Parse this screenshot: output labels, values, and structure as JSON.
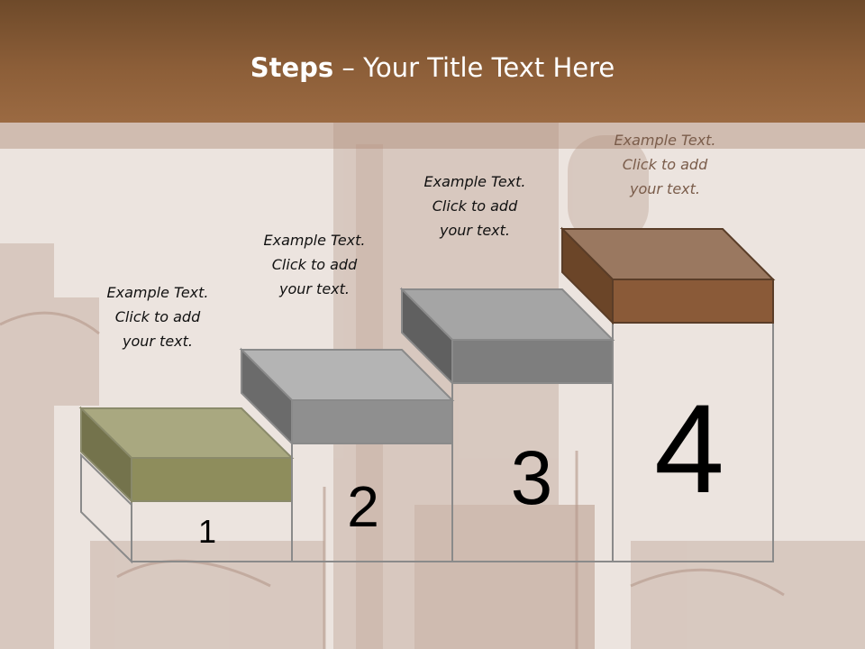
{
  "slide": {
    "title_bold": "Steps",
    "title_rest": " – Your Title Text Here"
  },
  "colors": {
    "header": "#8c5e38",
    "step1": "#8e8d5c",
    "step2": "#8f8f8f",
    "step3": "#7e7e7e",
    "step4": "#8a5a38"
  },
  "steps": [
    {
      "number": "1",
      "caption": [
        "Example Text.",
        "Click  to add",
        "your text."
      ]
    },
    {
      "number": "2",
      "caption": [
        "Example Text.",
        "Click  to add",
        "your text."
      ]
    },
    {
      "number": "3",
      "caption": [
        "Example Text.",
        "Click  to add",
        "your text."
      ]
    },
    {
      "number": "4",
      "caption": [
        "Example Text.",
        "Click  to add",
        "your text."
      ]
    }
  ]
}
